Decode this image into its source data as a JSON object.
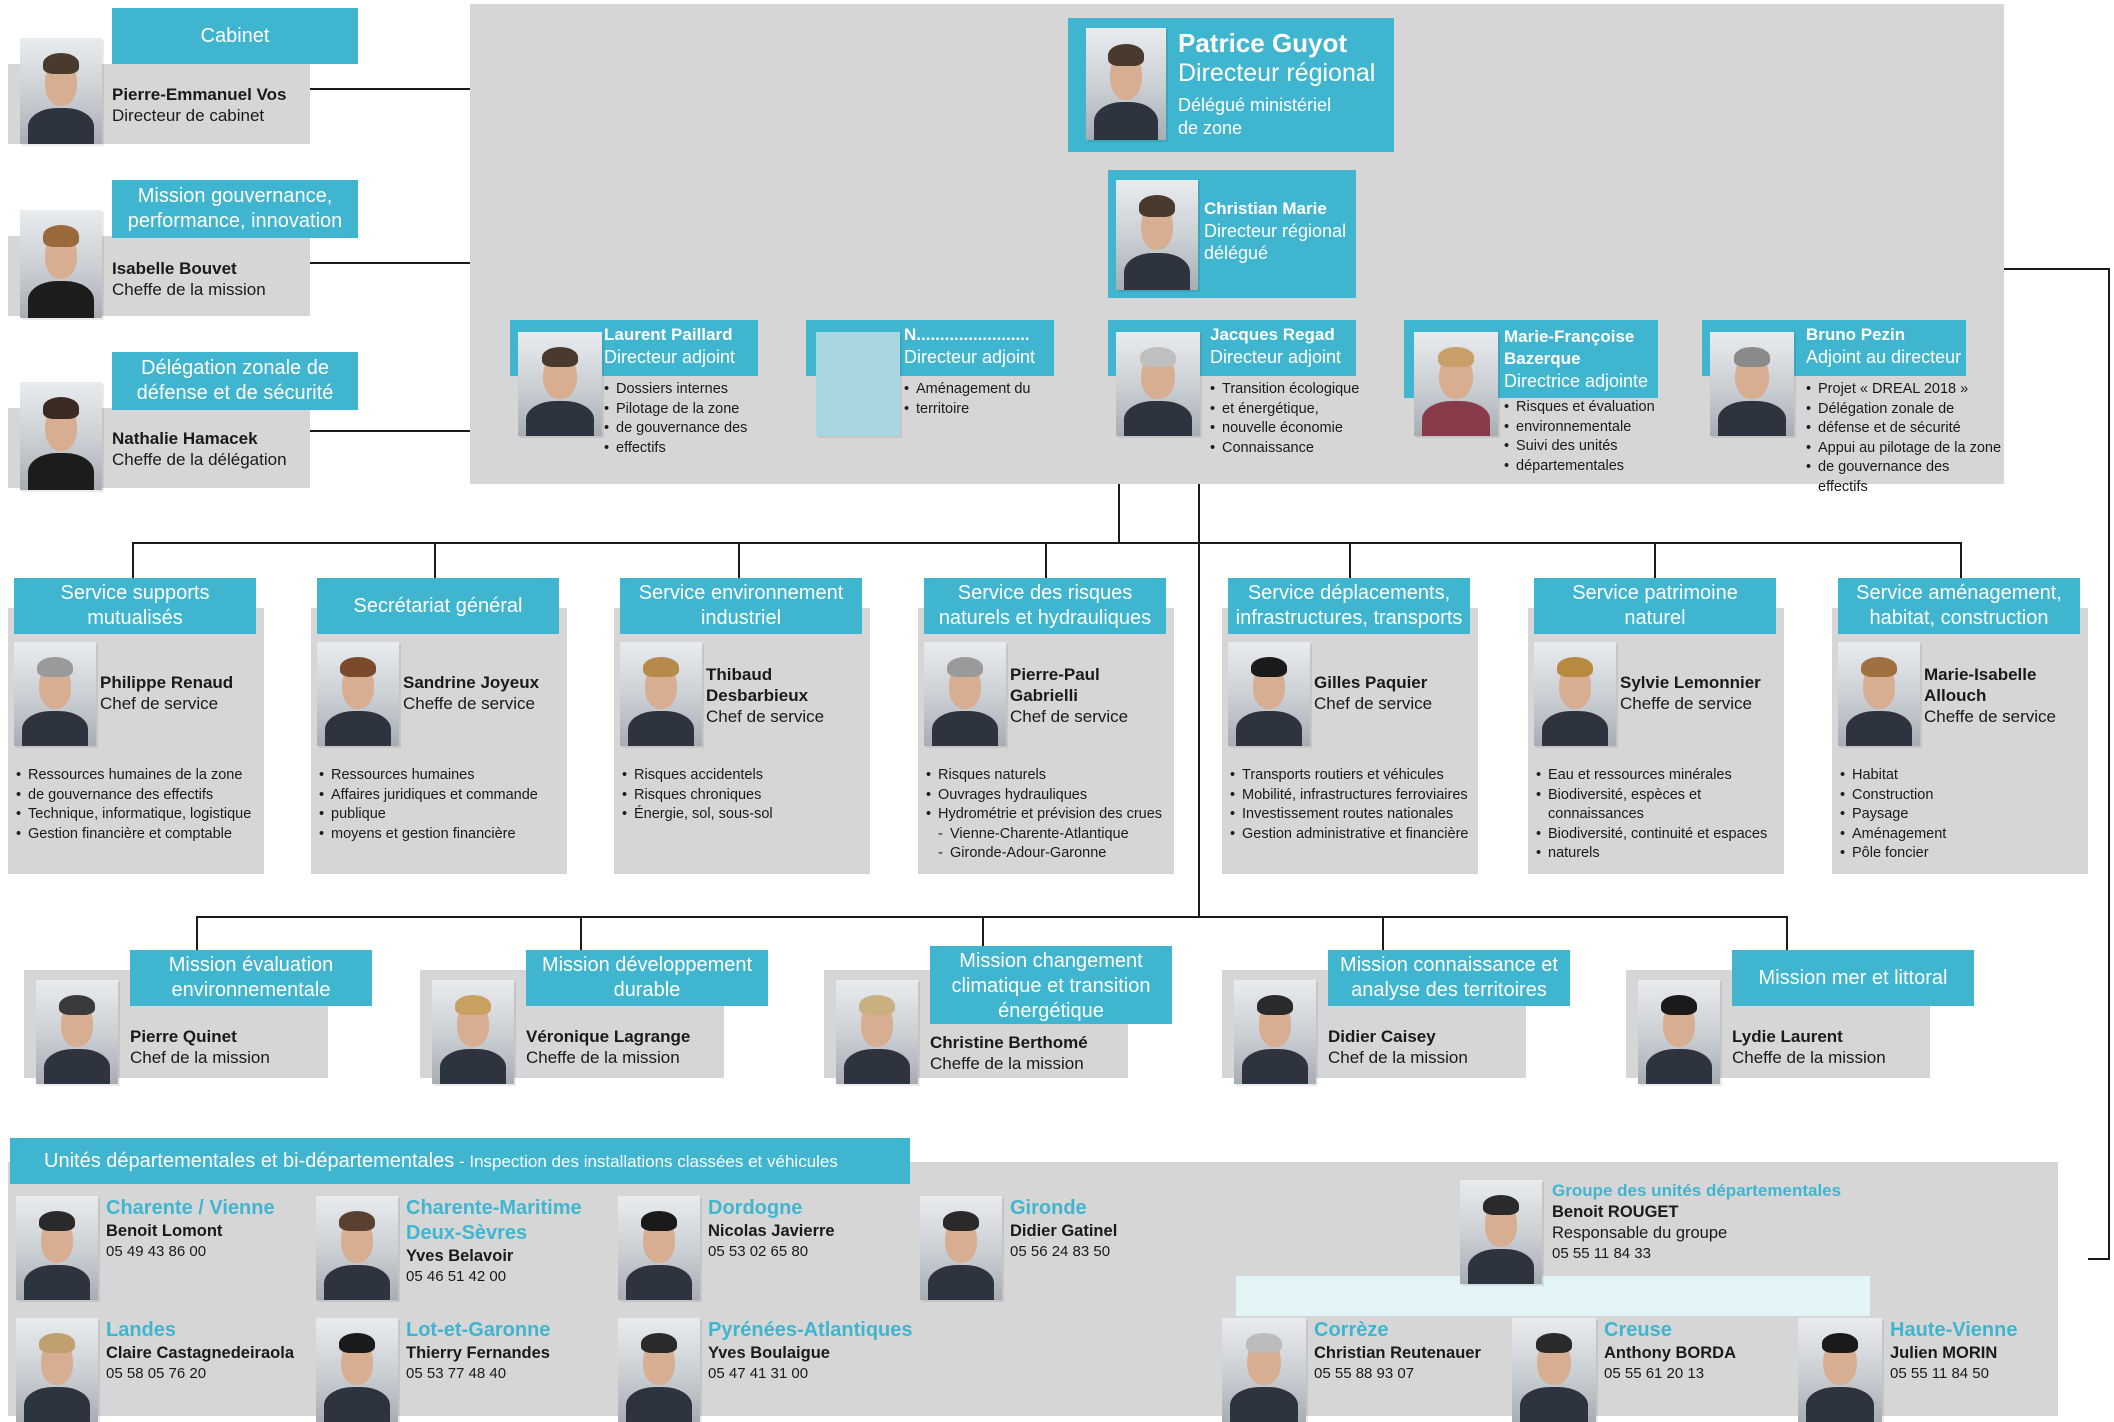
{
  "director": {
    "name": "Patrice Guyot",
    "role": "Directeur régional",
    "extra_line1": "Délégué ministériel",
    "extra_line2": "de zone"
  },
  "deputy": {
    "name": "Christian Marie",
    "role_line1": "Directeur régional",
    "role_line2": "délégué"
  },
  "left_units": [
    {
      "title_line1": "Cabinet",
      "title_line2": "",
      "name": "Pierre-Emmanuel Vos",
      "role": "Directeur de cabinet"
    },
    {
      "title_line1": "Mission gouvernance,",
      "title_line2": "performance, innovation",
      "name": "Isabelle Bouvet",
      "role": "Cheffe de la mission"
    },
    {
      "title_line1": "Délégation zonale de",
      "title_line2": "défense et de sécurité",
      "name": "Nathalie Hamacek",
      "role": "Cheffe de la délégation"
    }
  ],
  "adjoints": [
    {
      "name_line1": "Laurent Paillard",
      "name_line2": "",
      "role": "Directeur adjoint",
      "bullets": [
        "Dossiers internes",
        "Pilotage de la zone",
        "de gouvernance des",
        "effectifs"
      ]
    },
    {
      "name_line1": "N........................",
      "name_line2": "",
      "role": "Directeur adjoint",
      "bullets": [
        "Aménagement du",
        "territoire"
      ]
    },
    {
      "name_line1": "Jacques Regad",
      "name_line2": "",
      "role": "Directeur adjoint",
      "bullets": [
        "Transition écologique",
        "et énergétique,",
        "nouvelle économie",
        "Connaissance"
      ]
    },
    {
      "name_line1": "Marie-Françoise",
      "name_line2": "Bazerque",
      "role": "Directrice adjointe",
      "bullets": [
        "Risques et évaluation",
        "environnementale",
        "Suivi des unités",
        "départementales"
      ]
    },
    {
      "name_line1": "Bruno Pezin",
      "name_line2": "",
      "role": "Adjoint au directeur",
      "bullets": [
        "Projet « DREAL 2018 »",
        "Délégation zonale de",
        "défense et de sécurité",
        "Appui au pilotage de la zone",
        "de gouvernance des effectifs"
      ]
    }
  ],
  "services": [
    {
      "title_line1": "Service supports",
      "title_line2": "mutualisés",
      "name_line1": "Philippe Renaud",
      "name_line2": "",
      "role": "Chef de service",
      "bullets": [
        "Ressources humaines de la zone",
        "de gouvernance des effectifs",
        "Technique, informatique, logistique",
        "Gestion financière et comptable"
      ]
    },
    {
      "title_line1": "Secrétariat général",
      "title_line2": "",
      "name_line1": "Sandrine Joyeux",
      "name_line2": "",
      "role": "Cheffe de service",
      "bullets": [
        "Ressources humaines",
        "Affaires juridiques et commande",
        "publique",
        "moyens et gestion financière"
      ]
    },
    {
      "title_line1": "Service environnement",
      "title_line2": "industriel",
      "name_line1": "Thibaud",
      "name_line2": "Desbarbieux",
      "role": "Chef de service",
      "bullets": [
        "Risques accidentels",
        "Risques chroniques",
        "Énergie, sol, sous-sol"
      ]
    },
    {
      "title_line1": "Service des risques",
      "title_line2": "naturels et hydrauliques",
      "name_line1": "Pierre-Paul",
      "name_line2": "Gabrielli",
      "role": "Chef de service",
      "bullets": [
        "Risques naturels",
        "Ouvrages hydrauliques",
        "Hydrométrie et prévision des crues",
        "Vienne-Charente-Atlantique",
        "Gironde-Adour-Garonne"
      ]
    },
    {
      "title_line1": "Service déplacements,",
      "title_line2": "infrastructures, transports",
      "name_line1": "Gilles Paquier",
      "name_line2": "",
      "role": "Chef de service",
      "bullets": [
        "Transports routiers et véhicules",
        "Mobilité, infrastructures ferroviaires",
        "Investissement routes nationales",
        "Gestion administrative et financière"
      ]
    },
    {
      "title_line1": "Service patrimoine",
      "title_line2": "naturel",
      "name_line1": "Sylvie Lemonnier",
      "name_line2": "",
      "role": "Cheffe de service",
      "bullets": [
        "Eau et ressources minérales",
        "Biodiversité, espèces et connaissances",
        "Biodiversité, continuité et espaces",
        "naturels"
      ]
    },
    {
      "title_line1": "Service aménagement,",
      "title_line2": "habitat, construction",
      "name_line1": "Marie-Isabelle",
      "name_line2": "Allouch",
      "role": "Cheffe de service",
      "bullets": [
        "Habitat",
        "Construction",
        "Paysage",
        "Aménagement",
        "Pôle foncier"
      ]
    }
  ],
  "missions": [
    {
      "title_line1": "Mission évaluation",
      "title_line2": "environnementale",
      "title_line3": "",
      "name": "Pierre Quinet",
      "role": "Chef de la mission"
    },
    {
      "title_line1": "Mission développement",
      "title_line2": "durable",
      "title_line3": "",
      "name": "Véronique Lagrange",
      "role": "Cheffe de la mission"
    },
    {
      "title_line1": "Mission changement",
      "title_line2": "climatique et transition",
      "title_line3": "énergétique",
      "name": "Christine Berthomé",
      "role": "Cheffe de la mission"
    },
    {
      "title_line1": "Mission connaissance et",
      "title_line2": "analyse des territoires",
      "title_line3": "",
      "name": "Didier Caisey",
      "role": "Chef de la mission"
    },
    {
      "title_line1": "Mission mer et littoral",
      "title_line2": "",
      "title_line3": "",
      "name": "Lydie Laurent",
      "role": "Cheffe de la mission"
    }
  ],
  "ud_section": {
    "title": "Unités départementales et bi-départementales",
    "subtitle": " - Inspection des installations classées et véhicules"
  },
  "ud_units": [
    {
      "dept_line1": "Charente / Vienne",
      "dept_line2": "",
      "name": "Benoit Lomont",
      "tel": "05 49 43 86 00"
    },
    {
      "dept_line1": "Charente-Maritime",
      "dept_line2": "Deux-Sèvres",
      "name": "Yves Belavoir",
      "tel": "05 46 51 42 00"
    },
    {
      "dept_line1": "Dordogne",
      "dept_line2": "",
      "name": "Nicolas Javierre",
      "tel": "05 53 02 65 80"
    },
    {
      "dept_line1": "Gironde",
      "dept_line2": "",
      "name": "Didier Gatinel",
      "tel": "05 56 24 83 50"
    },
    {
      "dept_line1": "Landes",
      "dept_line2": "",
      "name": "Claire Castagnedeiraola",
      "tel": "05 58 05 76 20"
    },
    {
      "dept_line1": "Lot-et-Garonne",
      "dept_line2": "",
      "name": "Thierry Fernandes",
      "tel": "05 53 77 48 40"
    },
    {
      "dept_line1": "Pyrénées-Atlantiques",
      "dept_line2": "",
      "name": "Yves Boulaigue",
      "tel": "05 47 41 31 00"
    }
  ],
  "group": {
    "title": "Groupe des unités départementales",
    "name": "Benoit ROUGET",
    "role": "Responsable du groupe",
    "tel": "05 55 11 84 33"
  },
  "group_units": [
    {
      "dept": "Corrèze",
      "name": "Christian Reutenauer",
      "tel": "05 55 88 93 07"
    },
    {
      "dept": "Creuse",
      "name": "Anthony BORDA",
      "tel": "05 55 61 20 13"
    },
    {
      "dept": "Haute-Vienne",
      "name": "Julien MORIN",
      "tel": "05 55 11 84 50"
    }
  ],
  "colors": {
    "accent": "#3fb5cf",
    "panel": "#d6d6d7",
    "light_teal": "#e2f4f6"
  }
}
